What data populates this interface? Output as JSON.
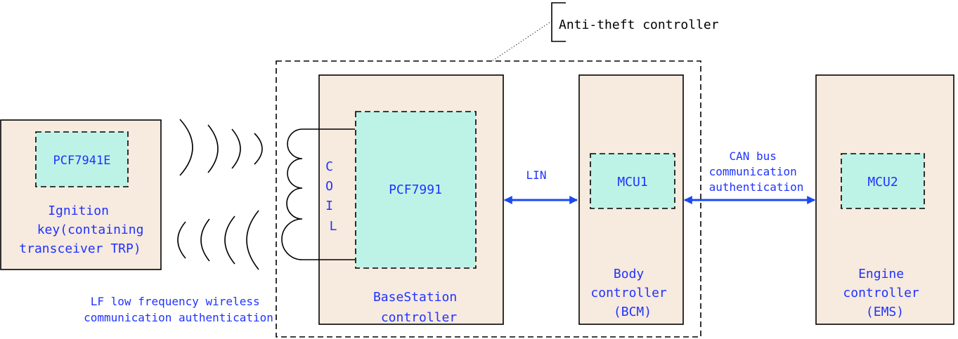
{
  "colors": {
    "block_fill": "#f7eade",
    "chip_fill": "#bdf3e6",
    "label_color": "#1f33ff",
    "arrow_color": "#1a49f0",
    "outline": "#000000"
  },
  "callout": {
    "label": "Anti-theft controller"
  },
  "ignition_key": {
    "chip": "PCF7941E",
    "label_lines": [
      "Ignition",
      "key(containing",
      "transceiver TRP)"
    ]
  },
  "wireless": {
    "label_lines": [
      "LF low frequency wireless",
      "communication authentication"
    ]
  },
  "coil": {
    "letters": [
      "C",
      "O",
      "I",
      "L"
    ]
  },
  "base_station": {
    "chip": "PCF7991",
    "label_lines": [
      "BaseStation",
      "controller"
    ]
  },
  "lin_link": {
    "label": "LIN"
  },
  "body_controller": {
    "chip": "MCU1",
    "label_lines": [
      "Body",
      "controller",
      "(BCM)"
    ]
  },
  "can_link": {
    "label_lines": [
      "CAN bus",
      "communication",
      "authentication"
    ]
  },
  "engine_controller": {
    "chip": "MCU2",
    "label_lines": [
      "Engine",
      "controller",
      "(EMS)"
    ]
  }
}
